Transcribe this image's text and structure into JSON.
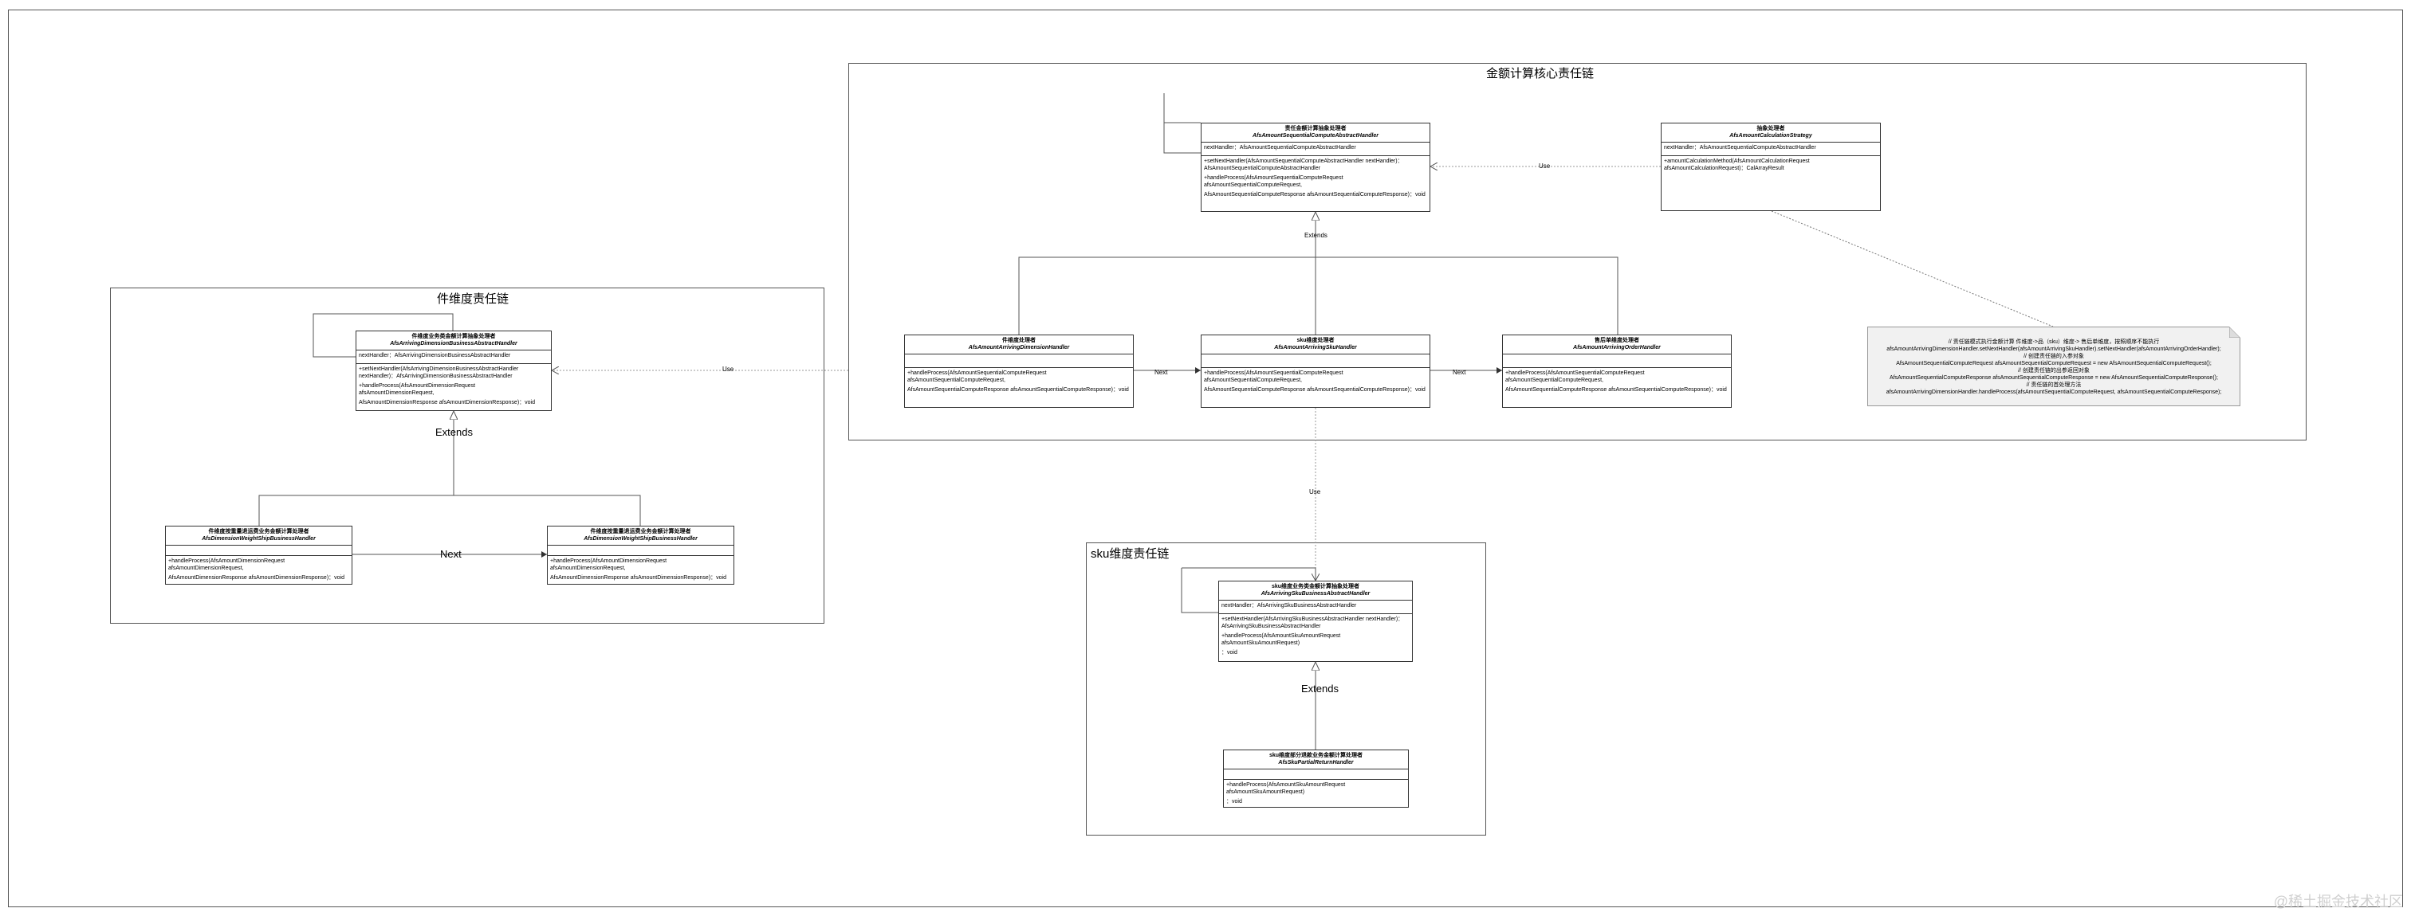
{
  "packages": {
    "piece": {
      "title": "件维度责任链"
    },
    "core": {
      "title": "金额计算核心责任链"
    },
    "sku": {
      "title": "sku维度责任链"
    }
  },
  "classes": {
    "piece_abstract": {
      "stereotype": "件维度业务类金额计算抽象处理者",
      "name": "AfsArrivingDimensionBusinessAbstractHandler",
      "attrs": [
        "nextHandler：AfsArrivingDimensionBusinessAbstractHandler"
      ],
      "ops": [
        "+setNextHandler(AfsArrivingDimensionBusinessAbstractHandler nextHandler)：AfsArrivingDimensionBusinessAbstractHandler",
        "+handleProcess(AfsAmountDimensionRequest afsAmountDimensionRequest,",
        "AfsAmountDimensionResponse afsAmountDimensionResponse)：void"
      ]
    },
    "piece_weight_ship": {
      "stereotype": "件维度按重量退运费业务金额计算处理者",
      "name": "AfsDimensionWeightShipBusinessHandler",
      "attrs": [
        ""
      ],
      "ops": [
        "+handleProcess(AfsAmountDimensionRequest afsAmountDimensionRequest,",
        "AfsAmountDimensionResponse afsAmountDimensionResponse)：void"
      ]
    },
    "piece_weight_ship2": {
      "stereotype": "件维度按重量退运费业务金额计算处理者",
      "name": "AfsDimensionWeightShipBusinessHandler",
      "attrs": [
        ""
      ],
      "ops": [
        "+handleProcess(AfsAmountDimensionRequest afsAmountDimensionRequest,",
        "AfsAmountDimensionResponse afsAmountDimensionResponse)：void"
      ]
    },
    "core_abstract": {
      "stereotype": "责任金额计算抽象处理者",
      "name": "AfsAmountSequentialComputeAbstractHandler",
      "attrs": [
        "nextHandler：AfsAmountSequentialComputeAbstractHandler"
      ],
      "ops": [
        "+setNextHandler(AfsAmountSequentialComputeAbstractHandler nextHandler)：AfsAmountSequentialComputeAbstractHandler",
        "+handleProcess(AfsAmountSequentialComputeRequest afsAmountSequentialComputeRequest,",
        "AfsAmountSequentialComputeResponse afsAmountSequentialComputeResponse)：void"
      ]
    },
    "strategy": {
      "stereotype": "抽象处理者",
      "name": "AfsAmountCalculationStrategy",
      "attrs": [
        "nextHandler：AfsAmountSequentialComputeAbstractHandler"
      ],
      "ops": [
        "+amountCalculationMethod(AfsAmountCalculationRequest afsAmountCalculationRequest)：CalArrayResult"
      ]
    },
    "core_piece": {
      "stereotype": "件维度处理者",
      "name": "AfsAmountArrivingDimensionHandler",
      "attrs": [
        ""
      ],
      "ops": [
        "+handleProcess(AfsAmountSequentialComputeRequest afsAmountSequentialComputeRequest,",
        "AfsAmountSequentialComputeResponse afsAmountSequentialComputeResponse)：void"
      ]
    },
    "core_sku": {
      "stereotype": "sku维度处理者",
      "name": "AfsAmountArrivingSkuHandler",
      "attrs": [
        ""
      ],
      "ops": [
        "+handleProcess(AfsAmountSequentialComputeRequest afsAmountSequentialComputeRequest,",
        "AfsAmountSequentialComputeResponse afsAmountSequentialComputeResponse)：void"
      ]
    },
    "core_order": {
      "stereotype": "售后单维度处理者",
      "name": "AfsAmountArrivingOrderHandler",
      "attrs": [
        ""
      ],
      "ops": [
        "+handleProcess(AfsAmountSequentialComputeRequest afsAmountSequentialComputeRequest,",
        "AfsAmountSequentialComputeResponse afsAmountSequentialComputeResponse)：void"
      ]
    },
    "sku_abstract": {
      "stereotype": "sku维度业务类金额计算抽象处理者",
      "name": "AfsArrivingSkuBusinessAbstractHandler",
      "attrs": [
        "nextHandler：AfsArrivingSkuBusinessAbstractHandler"
      ],
      "ops": [
        "+setNextHandler(AfsArrivingSkuBusinessAbstractHandler nextHandler)：AfsArrivingSkuBusinessAbstractHandler",
        "+handleProcess(AfsAmountSkuAmountRequest afsAmountSkuAmountRequest)",
        "：void"
      ]
    },
    "sku_partial_return": {
      "stereotype": "sku维度部分退款业务金额计算处理者",
      "name": "AfsSkuPartialReturnHandler",
      "attrs": [
        ""
      ],
      "ops": [
        "+handleProcess(AfsAmountSkuAmountRequest afsAmountSkuAmountRequest)",
        "：void"
      ]
    }
  },
  "note": {
    "lines": [
      "// 责任链模式执行金额计算 件维度->品（sku）维度-> 售后单维度，按照顺序不能执行",
      "afsAmountArrivingDimensionHandler.setNextHandler(afsAmountArrivingSkuHandler).setNextHandler(afsAmountArrivingOrderHandler);",
      "// 创建责任链的入参对象",
      "AfsAmountSequentialComputeRequest afsAmountSequentialComputeRequest = new AfsAmountSequentialComputeRequest();",
      "// 创建责任链的出参返回对象",
      "AfsAmountSequentialComputeResponse afsAmountSequentialComputeResponse = new AfsAmountSequentialComputeResponse();",
      "// 责任链的首处理方法",
      "afsAmountArrivingDimensionHandler.handleProcess(afsAmountSequentialComputeRequest, afsAmountSequentialComputeResponse);"
    ]
  },
  "labels": {
    "use": "Use",
    "extends": "Extends",
    "next": "Next"
  },
  "watermark": "@稀土掘金技术社区"
}
